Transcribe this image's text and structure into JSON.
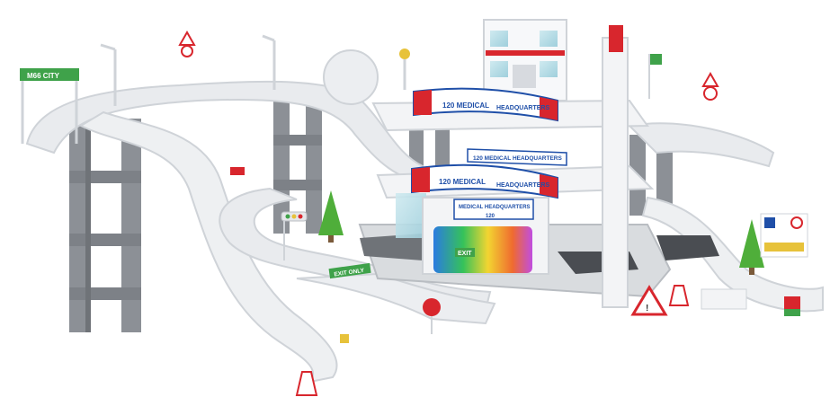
{
  "signs": {
    "city_sign": "M66 CITY",
    "medical_top": "120 MEDICAL",
    "headquarters_top": "HEADQUARTERS",
    "medical_middle_back": "120 MEDICAL HEADQUARTERS",
    "medical_middle": "120 MEDICAL",
    "headquarters_middle": "HEADQUARTERS",
    "medical_lower": "MEDICAL HEADQUARTERS",
    "lower_number": "120",
    "exit_only": "EXIT ONLY",
    "exit_gate": "EXIT"
  },
  "colors": {
    "track": "#e9ebee",
    "track_edge": "#cfd3d8",
    "pillar": "#8c9096",
    "pillar_dark": "#6f7378",
    "sign_green": "#3fa24a",
    "banner_red": "#d8262d",
    "banner_blue": "#1f4fa8",
    "tree_green": "#4fae3a"
  },
  "icons": [
    "road-sign-icon",
    "tree-icon",
    "street-lamp-icon",
    "traffic-light-icon",
    "warning-sign-icon",
    "barrier-icon"
  ]
}
